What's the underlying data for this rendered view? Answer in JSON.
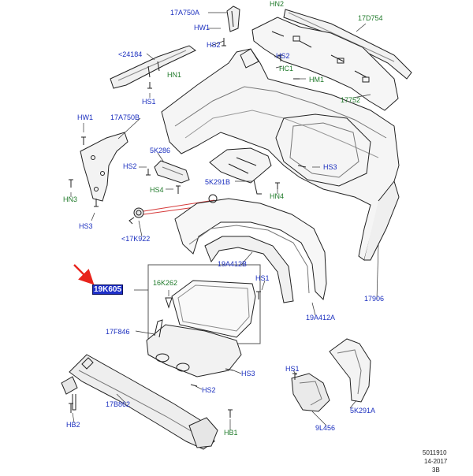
{
  "colors": {
    "part_number_label": "#1b2fbf",
    "hardware_label": "#1f7a2a",
    "highlight_fill": "#1d2fc8",
    "pointer_arrow": "#e8241c"
  },
  "labels": {
    "p17A750A": "17A750A",
    "hw1_top": "HW1",
    "hn2_top": "HN2",
    "p17D754": "17D754",
    "hs2_top": "HS2",
    "p24184": "<24184",
    "hs2_mid": "HS2",
    "hn1": "HN1",
    "hc1": "HC1",
    "hm1": "HM1",
    "hs1_left": "HS1",
    "p17752": "17752",
    "hw1_left": "HW1",
    "p17A750B": "17A750B",
    "p5K286": "5K286",
    "hs2_left": "HS2",
    "hs3_right": "HS3",
    "hs4": "HS4",
    "p5K291B": "5K291B",
    "hn3": "HN3",
    "hn4": "HN4",
    "hs3_left": "HS3",
    "p17K922": "<17K922",
    "p19A412B": "19A412B",
    "p19K605": "19K605",
    "p16K262": "16K262",
    "hs1_mid": "HS1",
    "p17906": "17906",
    "p19A412A": "19A412A",
    "p17F846": "17F846",
    "hs3_low": "HS3",
    "hs1_low": "HS1",
    "hs2_low": "HS2",
    "p17B862": "17B862",
    "p5K291A": "5K291A",
    "hb2": "HB2",
    "hb1": "HB1",
    "p9L456": "9L456"
  },
  "footer": {
    "line1": "5011910",
    "line2": "14-2017",
    "line3": "3B"
  }
}
